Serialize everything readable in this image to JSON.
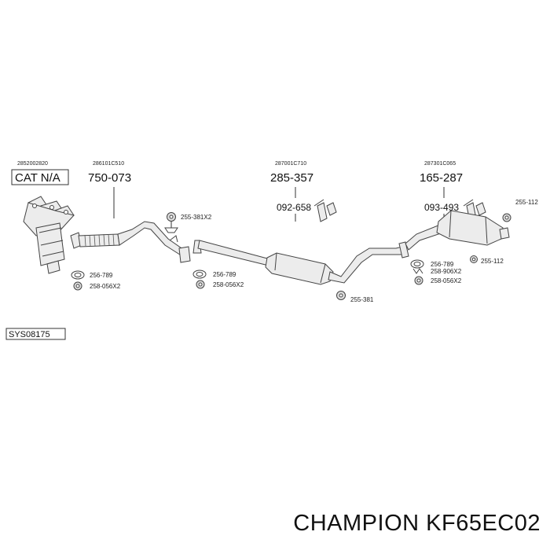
{
  "diagram": {
    "cat": {
      "code": "2852002820",
      "part": "CAT N/A"
    },
    "front_pipe": {
      "code": "286101C510",
      "part": "750-073"
    },
    "middle": {
      "code": "287001C710",
      "part": "285-357",
      "mount": "092-658"
    },
    "rear": {
      "code": "287301C065",
      "part": "165-287",
      "mount": "093-493"
    },
    "hardware": {
      "ring1": "256-789",
      "nut1": "258-056X2",
      "mount_front": "255-381X2",
      "ring2": "256-789",
      "nut2": "258-056X2",
      "mount_mid": "255-381",
      "mount_rear_top": "255-112",
      "ring3": "256-789",
      "spring": "258-906X2",
      "nut3": "258-056X2",
      "mount_rear": "255-112"
    },
    "system_code": "SYS08175"
  },
  "brand": "CHAMPION KF65EC02"
}
